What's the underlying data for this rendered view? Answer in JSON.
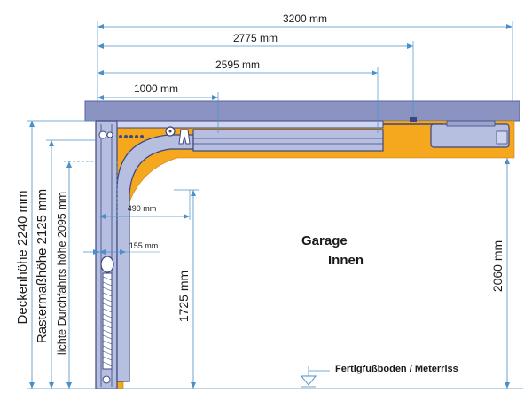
{
  "dimensions": {
    "width_total": "3200 mm",
    "width_2775": "2775 mm",
    "width_2595": "2595 mm",
    "width_1000": "1000 mm",
    "radius_490": "490 mm",
    "gap_155": "155 mm",
    "height_1725": "1725 mm",
    "height_2060": "2060 mm",
    "deckenhoehe": "Deckenhöhe 2240 mm",
    "rastermass": "Rastermaßhöhe 2125 mm",
    "durchfahrt": "lichte Durchfahrts höhe 2095 mm"
  },
  "labels": {
    "garage": "Garage",
    "innen": "Innen",
    "floor": "Fertigfußboden / Meterriss"
  },
  "colors": {
    "ceiling": "#8a93c2",
    "ceiling_stroke": "#5a63a0",
    "track": "#b7bfe0",
    "track_stroke": "#3d4580",
    "insulation": "#f5a81e",
    "dim_line": "#4a90c8",
    "text": "#1a1a1a"
  }
}
